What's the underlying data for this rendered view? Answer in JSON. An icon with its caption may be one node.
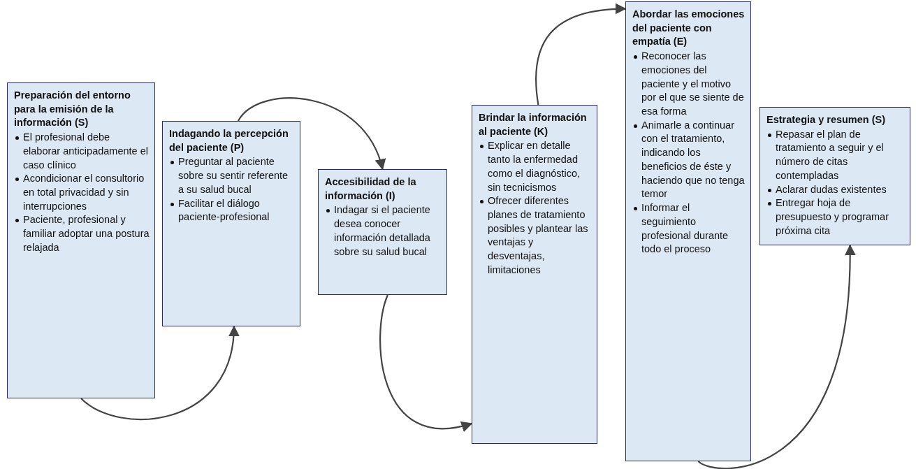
{
  "diagram": {
    "nodes": [
      {
        "text": [
          "Preparación del entorno para la emisión de la información (S)",
          "El profesional debe elaborar anticipadamente el caso clínico",
          "Acondicionar el consultorio en total privacidad y sin interrupciones",
          "Paciente, profesional y familiar adoptar una postura relajada"
        ]
      },
      {
        "text": [
          "Indagando la percepción del paciente (P)",
          "Preguntar al paciente sobre su sentir referente a su salud bucal",
          "Facilitar el diálogo paciente-profesional"
        ]
      },
      {
        "text": [
          "Accesibilidad de la información (I)",
          "Indagar si el paciente desea conocer información detallada sobre su salud bucal"
        ]
      },
      {
        "text": [
          "Brindar la información al paciente (K)",
          "Explicar en detalle tanto la enfermedad como el diagnóstico, sin tecnicismos",
          "Ofrecer diferentes planes de tratamiento posibles y plantear las ventajas y desventajas, limitaciones"
        ]
      },
      {
        "text": [
          "Abordar las emociones del paciente con empatía (E)",
          "Reconocer las emociones del paciente y el motivo por el que se siente de esa forma",
          "Animarle a continuar con el tratamiento, indicando los beneficios de éste y haciendo que no tenga temor",
          "Informar el seguimiento profesional durante todo el proceso"
        ]
      },
      {
        "text": [
          "Estrategia y resumen (S)",
          "Repasar el plan de tratamiento a seguir y el número de citas contempladas",
          "Aclarar dudas existentes",
          "Entregar hoja de presupuesto y programar próxima cita"
        ]
      }
    ],
    "edges": [
      {
        "from": 0,
        "to": 1,
        "arrow": "to"
      },
      {
        "from": 1,
        "to": 2,
        "arrow": "to"
      },
      {
        "from": 2,
        "to": 3,
        "arrow": "to"
      },
      {
        "from": 3,
        "to": 4,
        "arrow": "to"
      },
      {
        "from": 4,
        "to": 5,
        "arrow": "to"
      }
    ]
  }
}
